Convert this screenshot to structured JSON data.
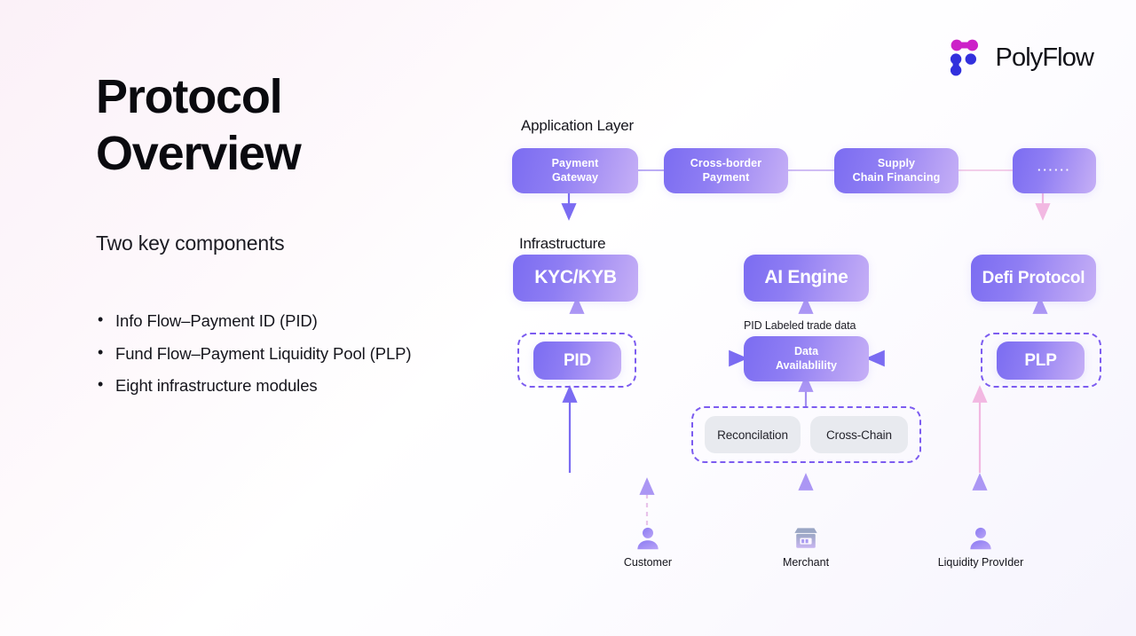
{
  "brand": {
    "wordmark": "PolyFlow",
    "logo_icon": "polyflow-dots-logo",
    "magenta": "#cc21c8",
    "blue": "#3230dd"
  },
  "left": {
    "title": "Protocol\nOverview",
    "subtitle": "Two key components",
    "bullets": [
      "Info Flow–Payment ID (PID)",
      "Fund Flow–Payment Liquidity Pool (PLP)",
      "Eight infrastructure modules"
    ]
  },
  "diagram": {
    "layers": {
      "application_label": "Application Layer",
      "infrastructure_label": "Infrastructure"
    },
    "application_nodes": [
      {
        "label": "Payment\nGateway"
      },
      {
        "label": "Cross-border\nPayment"
      },
      {
        "label": "Supply\nChain Financing"
      },
      {
        "label": "······"
      }
    ],
    "infrastructure_nodes": [
      {
        "label": "KYC/KYB"
      },
      {
        "label": "AI Engine"
      },
      {
        "label": "Defi Protocol"
      }
    ],
    "core_nodes": [
      {
        "label": "PID"
      },
      {
        "label": "Data\nAvailablility"
      },
      {
        "label": "PLP"
      }
    ],
    "module_chips": [
      {
        "label": "Reconcilation"
      },
      {
        "label": "Cross-Chain"
      }
    ],
    "annotation": "PID Labeled trade data",
    "actors": [
      {
        "label": "Customer",
        "icon": "person-icon"
      },
      {
        "label": "Merchant",
        "icon": "store-icon"
      },
      {
        "label": "Liquidity ProvIder",
        "icon": "person-icon"
      }
    ],
    "colors": {
      "node_gradient_start": "#7b6cf2",
      "node_gradient_end": "#c6b0f6",
      "dashed_border": "#7c5cf0",
      "wire_purple": "#7b6cf2",
      "wire_pink": "#f3bfe4",
      "chip_bg": "#e8eaef"
    }
  }
}
